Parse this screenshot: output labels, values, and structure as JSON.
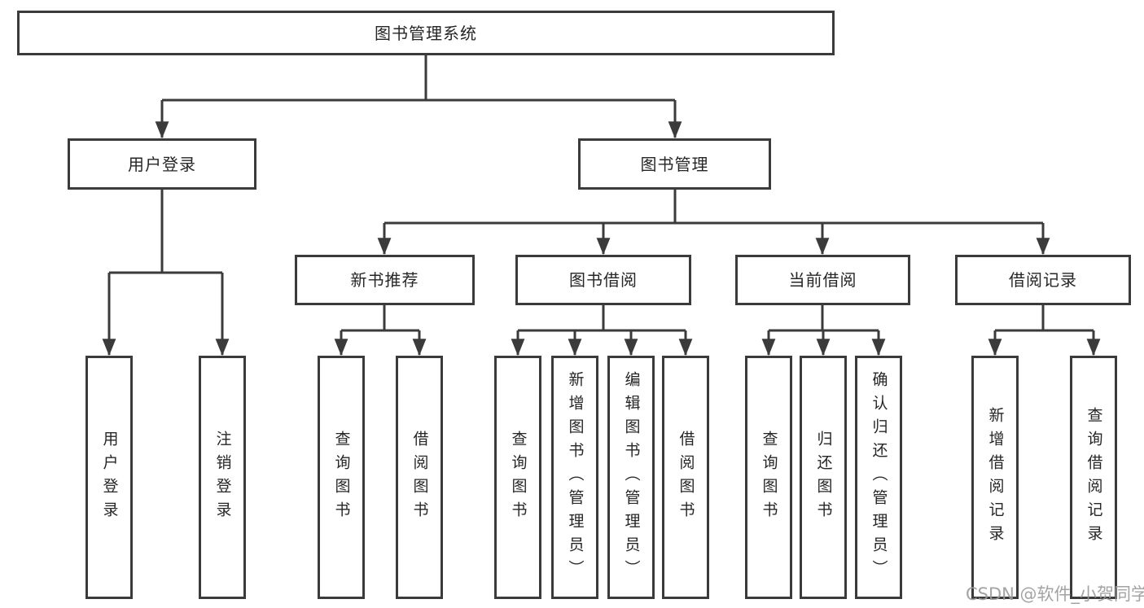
{
  "title": "图书管理系统",
  "branches": {
    "user": {
      "label": "用户登录",
      "children": [
        "用户登录",
        "注销登录"
      ]
    },
    "mgmt": {
      "label": "图书管理",
      "sections": [
        {
          "label": "新书推荐",
          "children": [
            "查询图书",
            "借阅图书"
          ]
        },
        {
          "label": "图书借阅",
          "children": [
            "查询图书",
            "新增图书（管理员）",
            "编辑图书（管理员）",
            "借阅图书"
          ]
        },
        {
          "label": "当前借阅",
          "children": [
            "查询图书",
            "归还图书",
            "确认归还（管理员）"
          ]
        },
        {
          "label": "借阅记录",
          "children": [
            "新增借阅记录",
            "查询借阅记录"
          ]
        }
      ]
    }
  },
  "watermark": "CSDN @软件_小贺同学",
  "colors": {
    "line": "#3b3b3b",
    "text": "#262626",
    "watermark": "#9a9a9a",
    "background": "#ffffff"
  }
}
